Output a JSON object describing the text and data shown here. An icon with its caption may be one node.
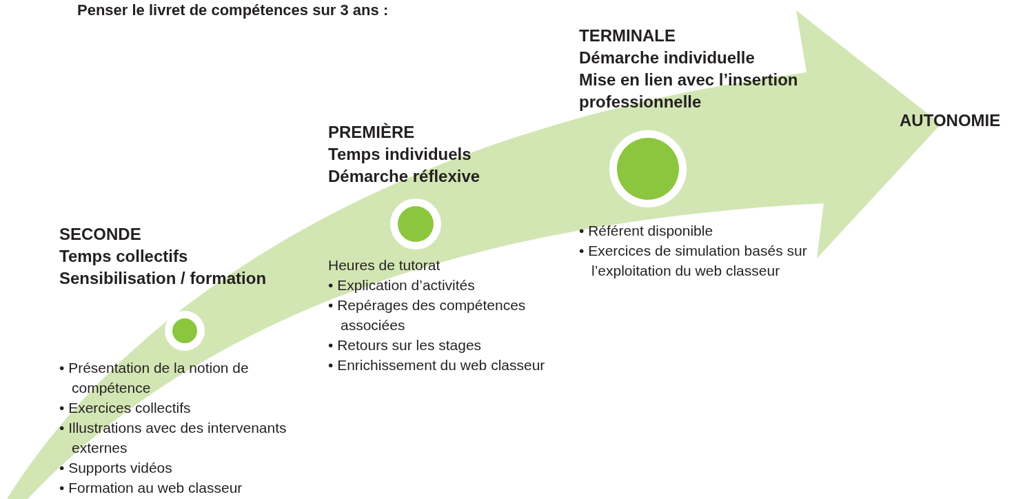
{
  "diagram": {
    "title": "Penser le livret de compétences sur 3 ans :",
    "labels": [
      "SECONDE",
      "Temps collectifs",
      "Sensibilisation / formation",
      "• Présentation de la notion de compétence",
      "• Exercices collectifs",
      "• Illustrations avec des intervenants externes",
      "• Supports vidéos",
      "• Formation au web classeur",
      "PREMIÈRE",
      "Temps individuels",
      "Démarche réflexive",
      "Heures de tutorat",
      "• Explication d’activités",
      "• Repérages des compétences associées",
      "• Retours sur les stages",
      "• Enrichissement du web classeur",
      "TERMINALE",
      "Démarche individuelle",
      "Mise en lien avec l’insertion professionnelle",
      "• Référent disponible",
      "• Exercices de simulation basés sur l’exploitation du web classeur",
      "AUTONOMIE"
    ]
  }
}
